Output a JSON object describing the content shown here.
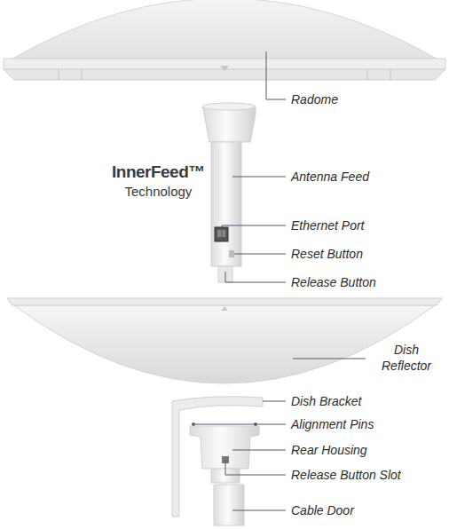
{
  "diagram": {
    "labels": [
      "Radome",
      "InnerFeed™",
      "Technology",
      "Antenna Feed",
      "Ethernet Port",
      "Reset Button",
      "Release Button",
      "Dish Reflector",
      "Dish Bracket",
      "Alignment Pins",
      "Rear Housing",
      "Release Button Slot",
      "Cable Door"
    ]
  }
}
